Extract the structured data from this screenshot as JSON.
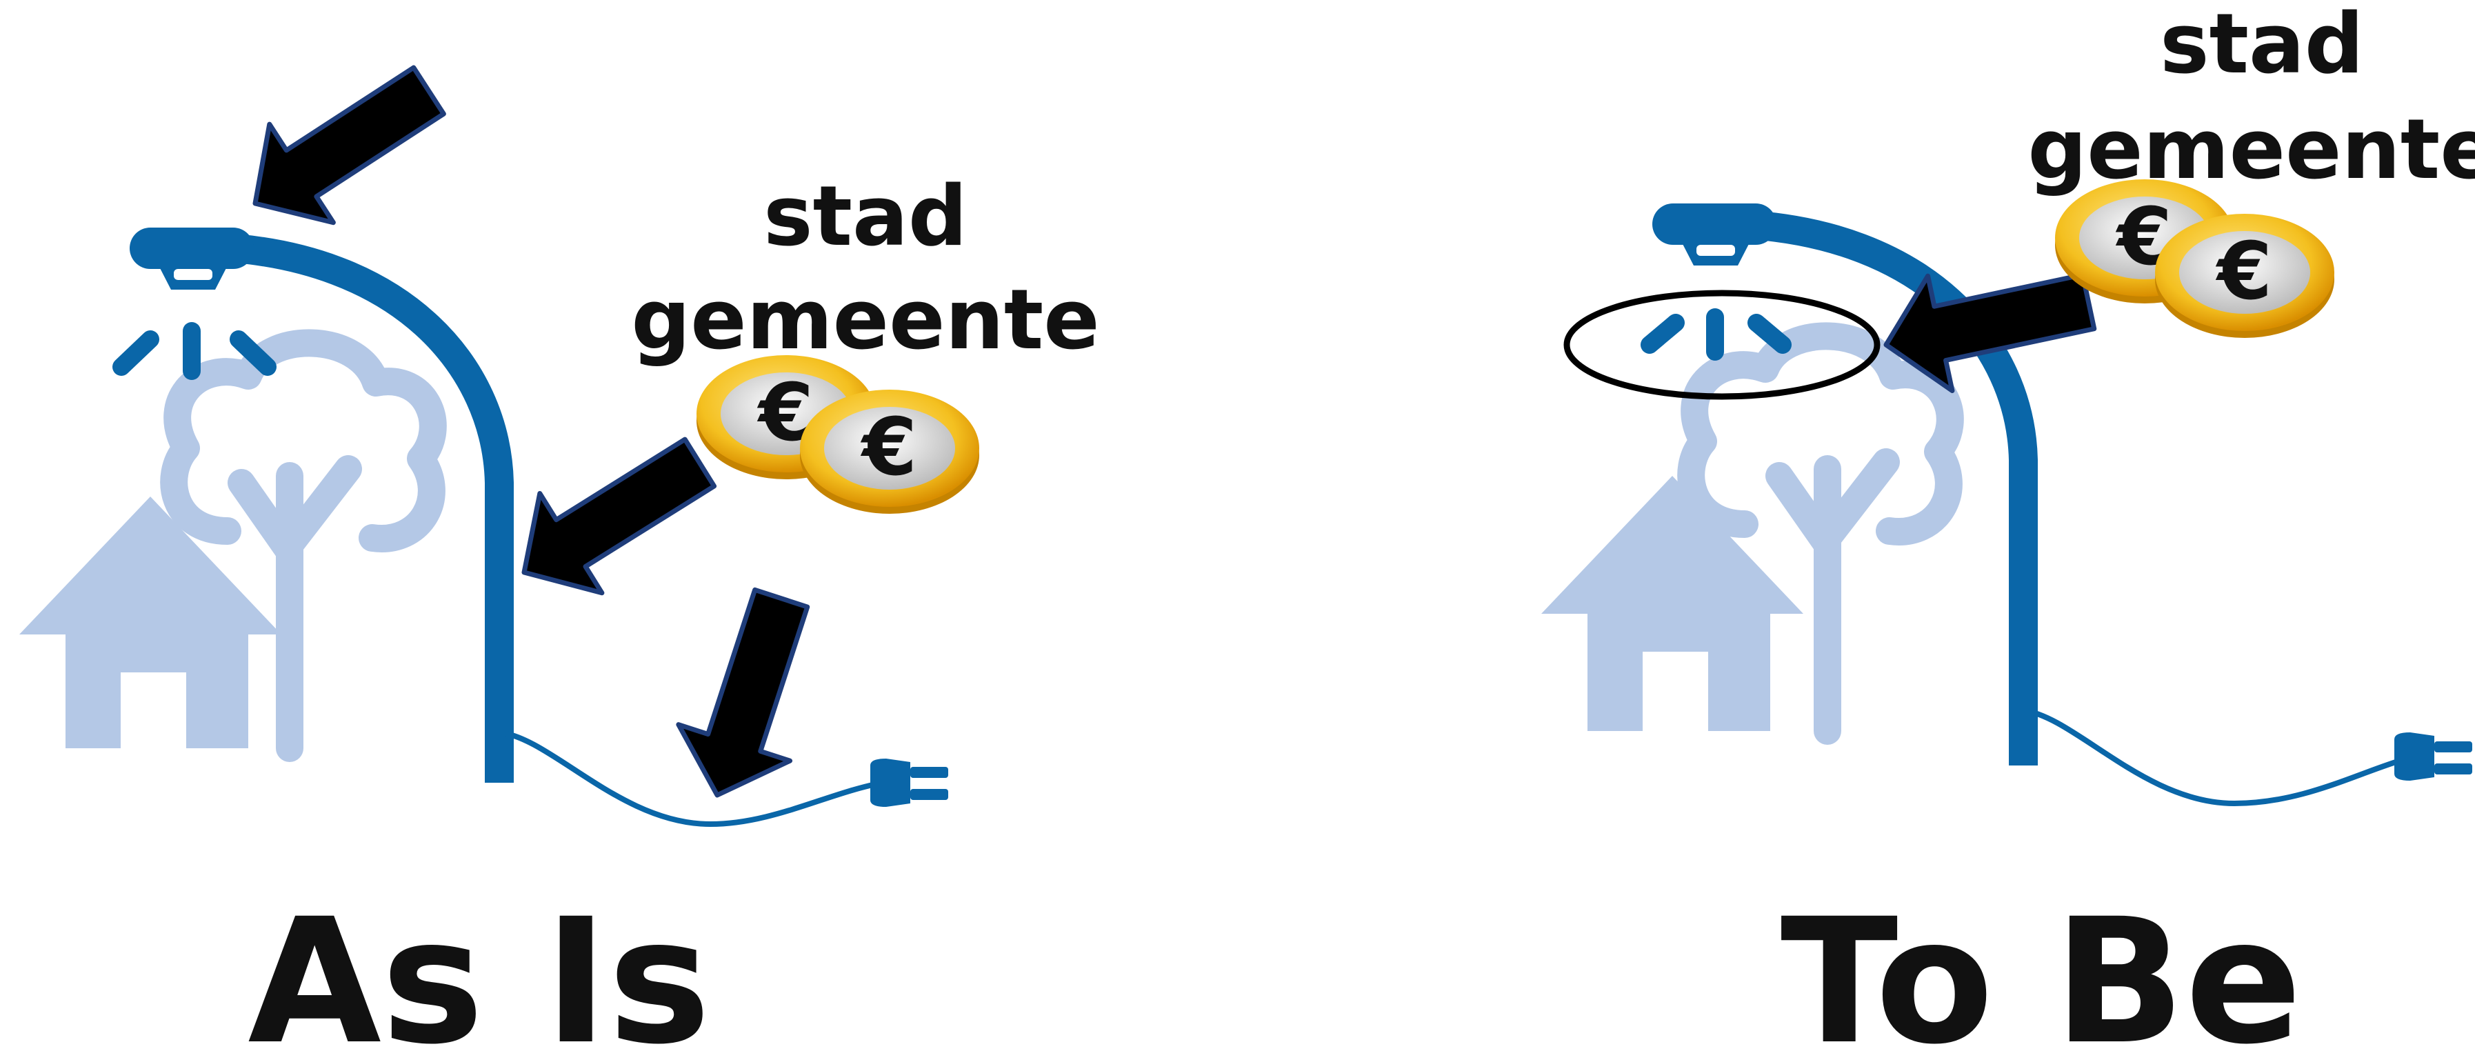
{
  "panels": {
    "as_is": {
      "title": "As Is",
      "city_label": "stad",
      "municipality_label": "gemeente",
      "coin_symbol": "€"
    },
    "to_be": {
      "title": "To Be",
      "city_label": "stad",
      "municipality_label": "gemeente",
      "coin_symbol": "€"
    }
  },
  "colors": {
    "lamp": "#0a66a8",
    "scenery": "#b4c8e6",
    "arrow_fill": "#000000",
    "arrow_stroke": "#1f3d7a",
    "coin_outer": "#f2b70c",
    "coin_inner": "#dcdcdc",
    "text": "#111111"
  },
  "icons": [
    "street-lamp-icon",
    "house-icon",
    "tree-icon",
    "plug-icon",
    "euro-coin-icon",
    "arrow-icon"
  ]
}
